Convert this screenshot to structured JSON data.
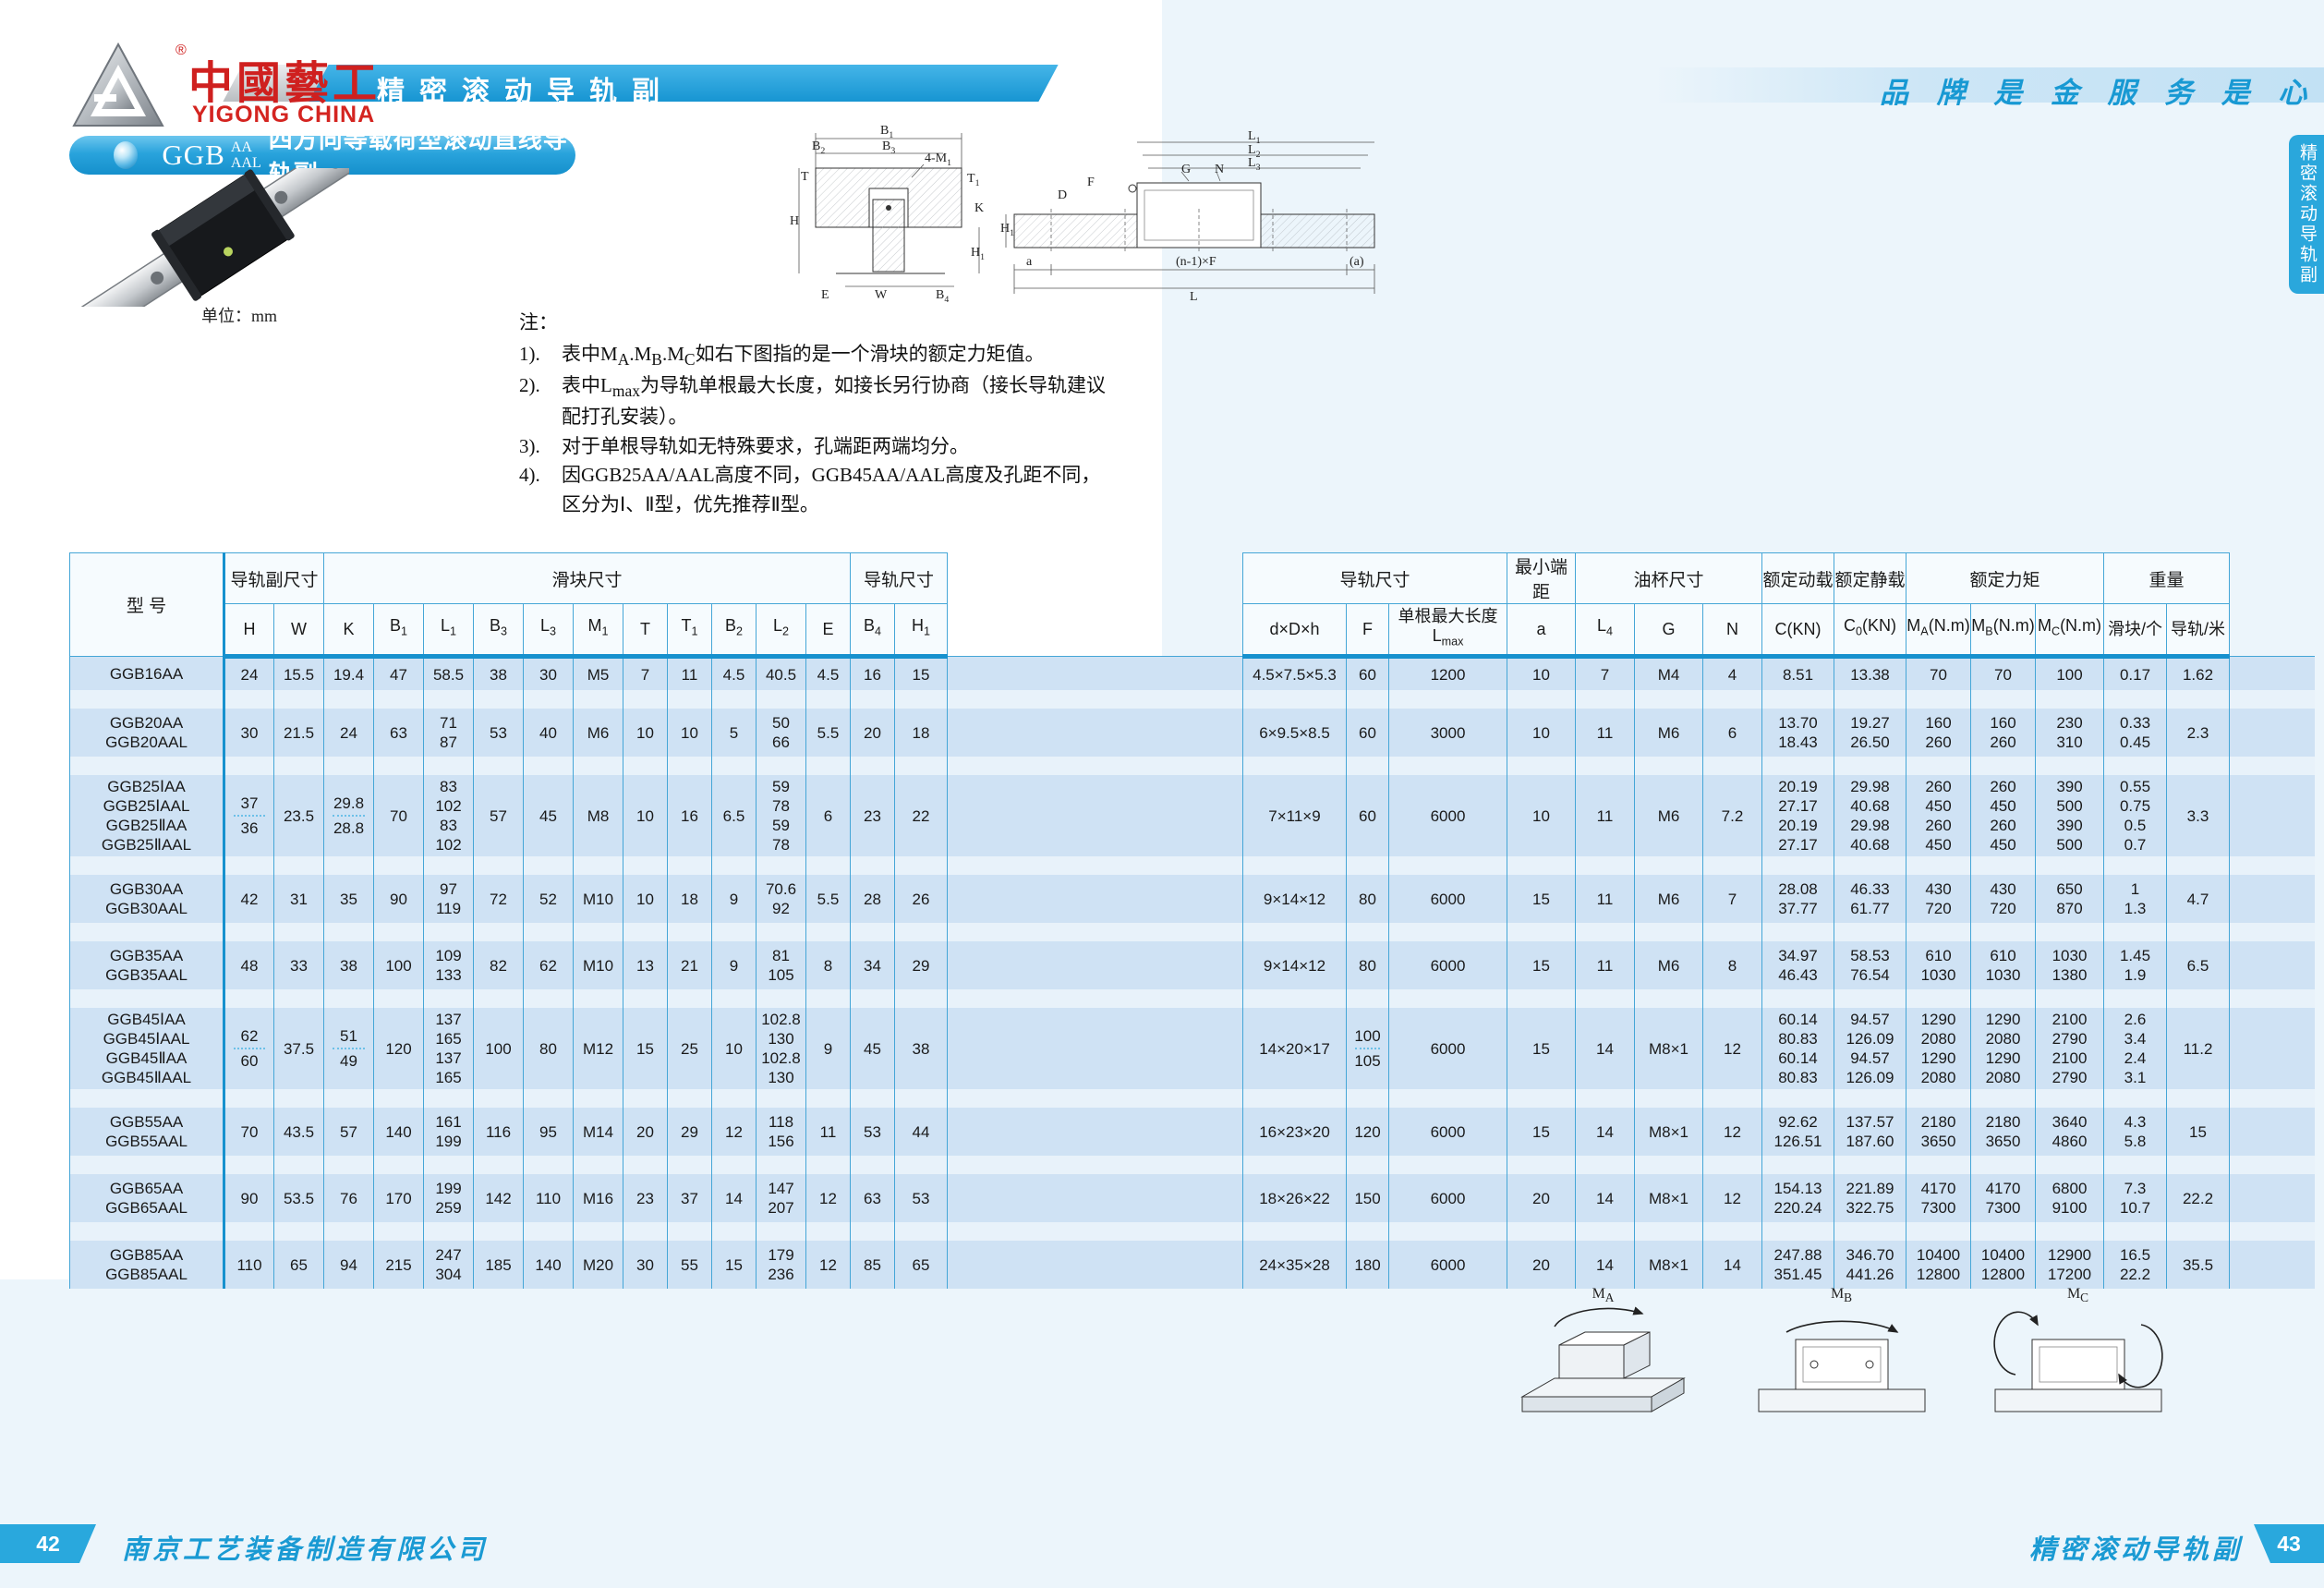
{
  "colors": {
    "accent_blue": "#29a8dd",
    "deep_blue": "#1791ce",
    "row_blue": "#cfe2f4",
    "spacer_blue": "#e8f2fa",
    "brand_red": "#cf201f",
    "text_blue": "#1a9ad3"
  },
  "header": {
    "brand_cn": "中國藝工",
    "brand_reg": "®",
    "brand_en": "YIGONG CHINA",
    "banner_title": "精密滚动导轨副",
    "slogan": "品 牌 是 金  服 务 是 心",
    "side_tab": "精密滚动导轨副"
  },
  "product": {
    "series_code": "GGB",
    "series_top": "AA",
    "series_bottom": "AAL",
    "series_title": "四方向等载荷型滚动直线导轨副",
    "unit_label": "单位：mm"
  },
  "notes": {
    "title": "注：",
    "items": [
      {
        "num": "1).",
        "text": "表中M_A_.M_B_.M_C_如右下图指的是一个滑块的额定力矩值。"
      },
      {
        "num": "2).",
        "text": "表中L_max_为导轨单根最大长度，如接长另行协商（接长导轨建议配打孔安装）。"
      },
      {
        "num": "3).",
        "text": "对于单根导轨如无特殊要求，孔端距两端均分。"
      },
      {
        "num": "4).",
        "text": "因GGB25AA/AAL高度不同，GGB45AA/AAL高度及孔距不同，区分为Ⅰ、Ⅱ型，优先推荐Ⅱ型。"
      }
    ]
  },
  "drawings": {
    "front_view_labels": [
      "B_1_",
      "B_2_",
      "B_3_",
      "4-M_1_",
      "T",
      "T_1_",
      "K",
      "H",
      "W",
      "B_4_",
      "H_1_",
      "E"
    ],
    "side_view_labels": [
      "L_1_",
      "L_2_",
      "L_3_",
      "G",
      "N",
      "F",
      "D",
      "H_1_",
      "a",
      "(n-1)×F",
      "(a)",
      "L"
    ]
  },
  "moments": {
    "labels": [
      "M_A_",
      "M_B_",
      "M_C_"
    ]
  },
  "table": {
    "groups": [
      {
        "label": "型  号",
        "model": true
      },
      {
        "label": "导轨副尺寸",
        "span": 2
      },
      {
        "label": "滑块尺寸",
        "span": 11
      },
      {
        "label": "导轨尺寸",
        "span": 2
      },
      {
        "gap": true
      },
      {
        "label": "导轨尺寸",
        "span": 3
      },
      {
        "label": "最小端距",
        "span": 1
      },
      {
        "label": "油杯尺寸",
        "span": 3
      },
      {
        "label": "额定动载",
        "span": 1
      },
      {
        "label": "额定静载",
        "span": 1
      },
      {
        "label": "额定力矩",
        "span": 3
      },
      {
        "label": "重量",
        "span": 2
      },
      {
        "tail": true
      }
    ],
    "columns": [
      "H",
      "W",
      "K",
      "B_1_",
      "L_1_",
      "B_3_",
      "L_3_",
      "M_1_",
      "T",
      "T_1_",
      "B_2_",
      "L_2_",
      "E",
      "B_4_",
      "H_1_",
      "d×D×h",
      "F",
      [
        "单根最大长度",
        "L_max_"
      ],
      "a",
      "L_4_",
      "G",
      "N",
      "C(KN)",
      "C_0_(KN)",
      "M_A_(N.m)",
      "M_B_(N.m)",
      "M_C_(N.m)",
      "滑块/个",
      "导轨/米"
    ],
    "rows": [
      {
        "h": 1,
        "model": [
          "GGB16AA"
        ],
        "cells": [
          "24",
          "15.5",
          "19.4",
          "47",
          "58.5",
          "38",
          "30",
          "M5",
          "7",
          "11",
          "4.5",
          "40.5",
          "4.5",
          "16",
          "15",
          "4.5×7.5×5.3",
          "60",
          "1200",
          "10",
          "7",
          "M4",
          "4",
          "8.51",
          "13.38",
          "70",
          "70",
          "100",
          "0.17",
          "1.62"
        ]
      },
      {
        "h": 2,
        "model": [
          "GGB20AA",
          "GGB20AAL"
        ],
        "cells": [
          "30",
          "21.5",
          "24",
          "63",
          [
            "71",
            "87"
          ],
          "53",
          "40",
          "M6",
          "10",
          "10",
          "5",
          [
            "50",
            "66"
          ],
          "5.5",
          "20",
          "18",
          "6×9.5×8.5",
          "60",
          "3000",
          "10",
          "11",
          "M6",
          "6",
          [
            "13.70",
            "18.43"
          ],
          [
            "19.27",
            "26.50"
          ],
          [
            "160",
            "260"
          ],
          [
            "160",
            "260"
          ],
          [
            "230",
            "310"
          ],
          [
            "0.33",
            "0.45"
          ],
          "2.3"
        ]
      },
      {
        "h": 4,
        "model": [
          "GGB25ⅠAA",
          "GGB25ⅠAAL",
          "GGB25ⅡAA",
          "GGB25ⅡAAL"
        ],
        "cells": [
          {
            "dotted": true,
            "lines": [
              "37",
              "36"
            ]
          },
          "23.5",
          {
            "dotted": true,
            "lines": [
              "29.8",
              "28.8"
            ]
          },
          "70",
          [
            "83",
            "102",
            "83",
            "102"
          ],
          "57",
          "45",
          "M8",
          "10",
          "16",
          "6.5",
          [
            "59",
            "78",
            "59",
            "78"
          ],
          "6",
          "23",
          "22",
          "7×11×9",
          "60",
          "6000",
          "10",
          "11",
          "M6",
          "7.2",
          [
            "20.19",
            "27.17",
            "20.19",
            "27.17"
          ],
          [
            "29.98",
            "40.68",
            "29.98",
            "40.68"
          ],
          [
            "260",
            "450",
            "260",
            "450"
          ],
          [
            "260",
            "450",
            "260",
            "450"
          ],
          [
            "390",
            "500",
            "390",
            "500"
          ],
          [
            "0.55",
            "0.75",
            "0.5",
            "0.7"
          ],
          "3.3"
        ]
      },
      {
        "h": 2,
        "model": [
          "GGB30AA",
          "GGB30AAL"
        ],
        "cells": [
          "42",
          "31",
          "35",
          "90",
          [
            "97",
            "119"
          ],
          "72",
          "52",
          "M10",
          "10",
          "18",
          "9",
          [
            "70.6",
            "92"
          ],
          "5.5",
          "28",
          "26",
          "9×14×12",
          "80",
          "6000",
          "15",
          "11",
          "M6",
          "7",
          [
            "28.08",
            "37.77"
          ],
          [
            "46.33",
            "61.77"
          ],
          [
            "430",
            "720"
          ],
          [
            "430",
            "720"
          ],
          [
            "650",
            "870"
          ],
          [
            "1",
            "1.3"
          ],
          "4.7"
        ]
      },
      {
        "h": 2,
        "model": [
          "GGB35AA",
          "GGB35AAL"
        ],
        "cells": [
          "48",
          "33",
          "38",
          "100",
          [
            "109",
            "133"
          ],
          "82",
          "62",
          "M10",
          "13",
          "21",
          "9",
          [
            "81",
            "105"
          ],
          "8",
          "34",
          "29",
          "9×14×12",
          "80",
          "6000",
          "15",
          "11",
          "M6",
          "8",
          [
            "34.97",
            "46.43"
          ],
          [
            "58.53",
            "76.54"
          ],
          [
            "610",
            "1030"
          ],
          [
            "610",
            "1030"
          ],
          [
            "1030",
            "1380"
          ],
          [
            "1.45",
            "1.9"
          ],
          "6.5"
        ]
      },
      {
        "h": 4,
        "model": [
          "GGB45ⅠAA",
          "GGB45ⅠAAL",
          "GGB45ⅡAA",
          "GGB45ⅡAAL"
        ],
        "cells": [
          {
            "dotted": true,
            "lines": [
              "62",
              "60"
            ]
          },
          "37.5",
          {
            "dotted": true,
            "lines": [
              "51",
              "49"
            ]
          },
          "120",
          [
            "137",
            "165",
            "137",
            "165"
          ],
          "100",
          "80",
          "M12",
          "15",
          "25",
          "10",
          [
            "102.8",
            "130",
            "102.8",
            "130"
          ],
          "9",
          "45",
          "38",
          "14×20×17",
          {
            "dotted": true,
            "lines": [
              "100",
              "105"
            ]
          },
          "6000",
          "15",
          "14",
          "M8×1",
          "12",
          [
            "60.14",
            "80.83",
            "60.14",
            "80.83"
          ],
          [
            "94.57",
            "126.09",
            "94.57",
            "126.09"
          ],
          [
            "1290",
            "2080",
            "1290",
            "2080"
          ],
          [
            "1290",
            "2080",
            "1290",
            "2080"
          ],
          [
            "2100",
            "2790",
            "2100",
            "2790"
          ],
          [
            "2.6",
            "3.4",
            "2.4",
            "3.1"
          ],
          "11.2"
        ]
      },
      {
        "h": 2,
        "model": [
          "GGB55AA",
          "GGB55AAL"
        ],
        "cells": [
          "70",
          "43.5",
          "57",
          "140",
          [
            "161",
            "199"
          ],
          "116",
          "95",
          "M14",
          "20",
          "29",
          "12",
          [
            "118",
            "156"
          ],
          "11",
          "53",
          "44",
          "16×23×20",
          "120",
          "6000",
          "15",
          "14",
          "M8×1",
          "12",
          [
            "92.62",
            "126.51"
          ],
          [
            "137.57",
            "187.60"
          ],
          [
            "2180",
            "3650"
          ],
          [
            "2180",
            "3650"
          ],
          [
            "3640",
            "4860"
          ],
          [
            "4.3",
            "5.8"
          ],
          "15"
        ]
      },
      {
        "h": 2,
        "model": [
          "GGB65AA",
          "GGB65AAL"
        ],
        "cells": [
          "90",
          "53.5",
          "76",
          "170",
          [
            "199",
            "259"
          ],
          "142",
          "110",
          "M16",
          "23",
          "37",
          "14",
          [
            "147",
            "207"
          ],
          "12",
          "63",
          "53",
          "18×26×22",
          "150",
          "6000",
          "20",
          "14",
          "M8×1",
          "12",
          [
            "154.13",
            "220.24"
          ],
          [
            "221.89",
            "322.75"
          ],
          [
            "4170",
            "7300"
          ],
          [
            "4170",
            "7300"
          ],
          [
            "6800",
            "9100"
          ],
          [
            "7.3",
            "10.7"
          ],
          "22.2"
        ]
      },
      {
        "h": 2,
        "model": [
          "GGB85AA",
          "GGB85AAL"
        ],
        "cells": [
          "110",
          "65",
          "94",
          "215",
          [
            "247",
            "304"
          ],
          "185",
          "140",
          "M20",
          "30",
          "55",
          "15",
          [
            "179",
            "236"
          ],
          "12",
          "85",
          "65",
          "24×35×28",
          "180",
          "6000",
          "20",
          "14",
          "M8×1",
          "14",
          [
            "247.88",
            "351.45"
          ],
          [
            "346.70",
            "441.26"
          ],
          [
            "10400",
            "12800"
          ],
          [
            "10400",
            "12800"
          ],
          [
            "12900",
            "17200"
          ],
          [
            "16.5",
            "22.2"
          ],
          "35.5"
        ]
      }
    ]
  },
  "footer": {
    "page_left": "42",
    "company": "南京工艺装备制造有限公司",
    "section": "精密滚动导轨副",
    "page_right": "43"
  }
}
